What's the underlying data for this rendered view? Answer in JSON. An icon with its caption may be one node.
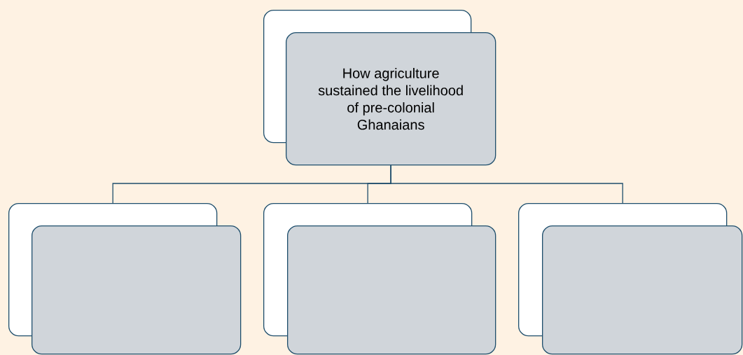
{
  "diagram": {
    "nodes": [
      {
        "text": [
          "How agriculture sustained the livelihood of pre-colonial Ghanaians"
        ]
      },
      {
        "text": [],
        "shape": "box"
      },
      {
        "text": [],
        "shape": "box"
      },
      {
        "text": [],
        "shape": "box"
      }
    ],
    "edges": [
      {
        "from": 0,
        "to": 1,
        "arrow": "none"
      },
      {
        "from": 0,
        "to": 2,
        "arrow": "none"
      },
      {
        "from": 0,
        "to": 3,
        "arrow": "none"
      }
    ]
  }
}
